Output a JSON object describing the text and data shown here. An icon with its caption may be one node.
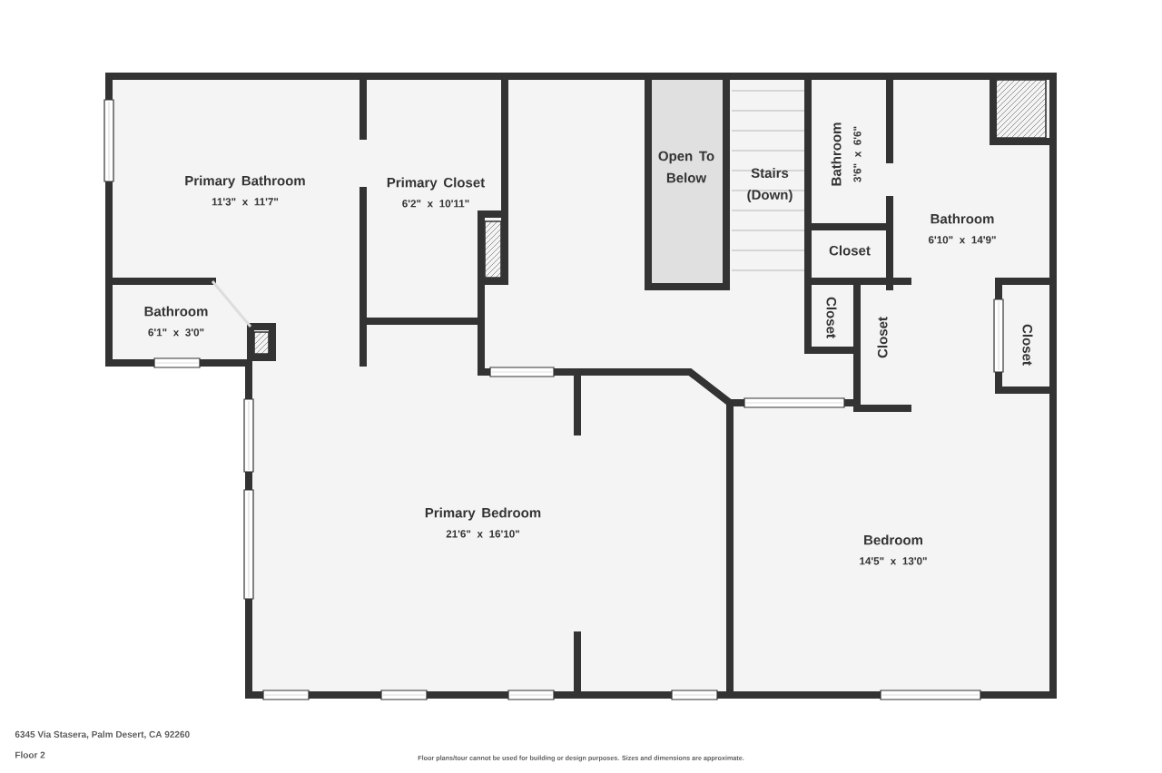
{
  "diagram": {
    "nodes": [
      {
        "text": [
          "Primary Bathroom",
          "11'3\" x 11'7\""
        ]
      },
      {
        "text": [
          "Primary Closet",
          "6'2\" x 10'11\""
        ]
      },
      {
        "text": [
          "Bathroom",
          "6'1\" x 3'0\""
        ]
      },
      {
        "text": [
          "Open To Below"
        ]
      },
      {
        "text": [
          "Stairs (Down)"
        ]
      },
      {
        "text": [
          "Bathroom",
          "3'6\" x 6'6\""
        ]
      },
      {
        "text": [
          "Bathroom",
          "6'10\" x 14'9\""
        ]
      },
      {
        "text": [
          "Closet"
        ]
      },
      {
        "text": [
          "Closet"
        ]
      },
      {
        "text": [
          "Closet"
        ]
      },
      {
        "text": [
          "Closet"
        ]
      },
      {
        "text": [
          "Primary Bedroom",
          "21'6\" x 16'10\""
        ]
      },
      {
        "text": [
          "Bedroom",
          "14'5\" x 13'0\""
        ]
      }
    ],
    "labels": [
      "6345 Via Stasera, Palm Desert, CA 92260",
      "Floor 2",
      "Floor plans/tour cannot be used for building or design purposes. Sizes and dimensions are approximate."
    ]
  }
}
